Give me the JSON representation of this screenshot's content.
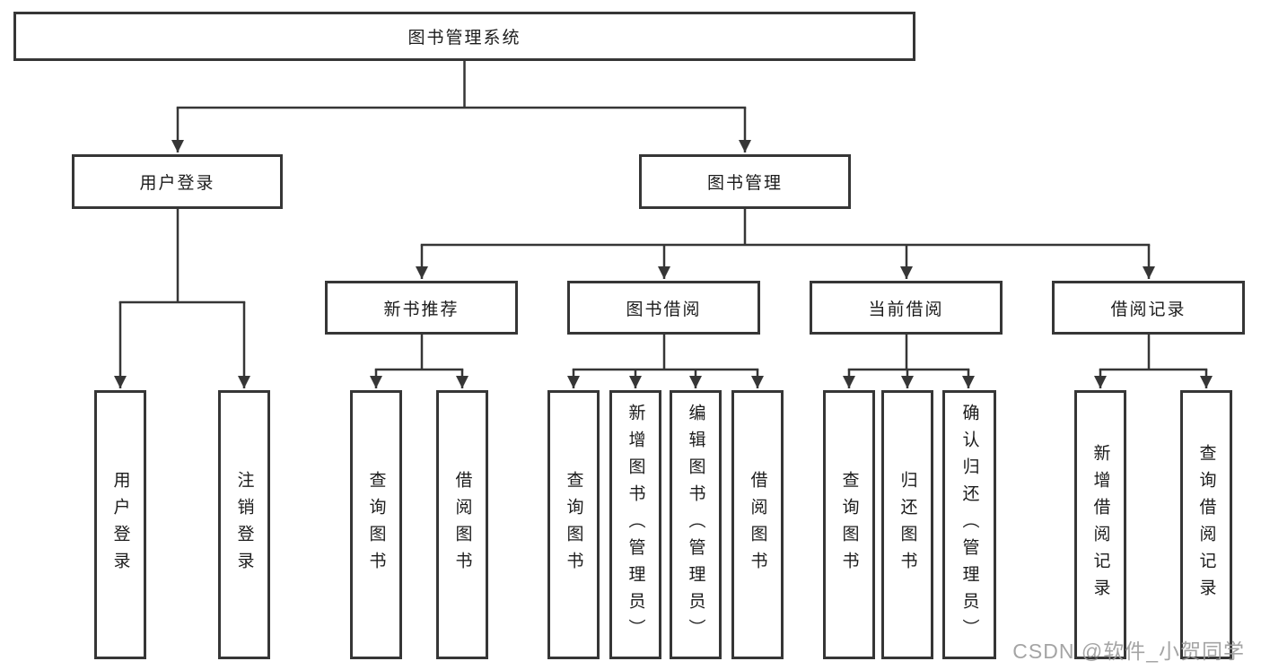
{
  "root_label": "图书管理系统",
  "level2": {
    "user_login": "用户登录",
    "book_management": "图书管理"
  },
  "level3": {
    "new_book": "新书推荐",
    "borrow": "图书借阅",
    "current": "当前借阅",
    "records": "借阅记录"
  },
  "leaves": {
    "user_login": [
      "用户登录",
      "注销登录"
    ],
    "new_book": [
      "查询图书",
      "借阅图书"
    ],
    "borrow": [
      "查询图书",
      "新增图书（管理员）",
      "编辑图书（管理员）",
      "借阅图书"
    ],
    "current": [
      "查询图书",
      "归还图书",
      "确认归还（管理员）"
    ],
    "records": [
      "新增借阅记录",
      "查询借阅记录"
    ]
  },
  "watermark": "CSDN @软件_小贺同学",
  "colors": {
    "line": "#363636",
    "box_border": "#363636",
    "text": "#1c1c1c",
    "watermark": "#9b9b9b",
    "background": "#ffffff"
  }
}
